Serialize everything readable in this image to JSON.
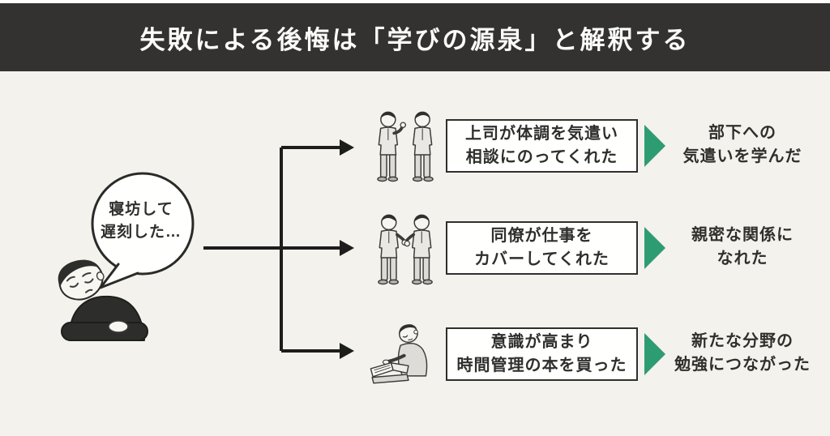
{
  "title": "失敗による後悔は「学びの源泉」と解釈する",
  "colors": {
    "accent_green": "#2E9C72",
    "header_bg": "#333231",
    "content_bg": "#F4F2EC",
    "ink": "#2F2F2D"
  },
  "speech_bubble": {
    "line1": "寝坊して",
    "line2": "遅刻した…"
  },
  "rows": [
    {
      "illustration": "two-men-talking",
      "event_line1": "上司が体調を気遣い",
      "event_line2": "相談にのってくれた",
      "outcome_line1": "部下への",
      "outcome_line2": "気遣いを学んだ"
    },
    {
      "illustration": "handshake",
      "event_line1": "同僚が仕事を",
      "event_line2": "カバーしてくれた",
      "outcome_line1": "親密な関係に",
      "outcome_line2": "なれた"
    },
    {
      "illustration": "reading-book",
      "event_line1": "意識が高まり",
      "event_line2": "時間管理の本を買った",
      "outcome_line1": "新たな分野の",
      "outcome_line2": "勉強につながった"
    }
  ]
}
